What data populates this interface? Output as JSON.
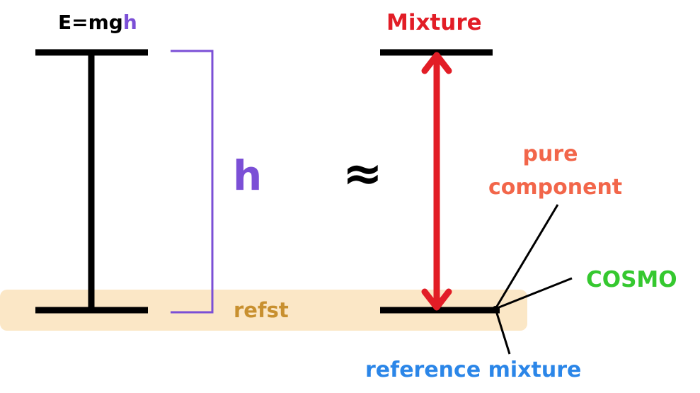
{
  "formula": {
    "left": "E=mg",
    "h": "h"
  },
  "labels": {
    "h": "h",
    "approx": "≈",
    "mixture": "Mixture",
    "refst": "refst",
    "pure_line1": "pure",
    "pure_line2": "component",
    "cosmo": "COSMO",
    "reference_mixture": "reference mixture"
  },
  "colors": {
    "black": "#000000",
    "purple": "#7b4fd6",
    "red": "#e21d26",
    "band": "#fbe7c6",
    "refst_text": "#c8902f",
    "pure_text": "#f2664a",
    "cosmo_text": "#35c82f",
    "ref_mix_text": "#2b86e8"
  }
}
